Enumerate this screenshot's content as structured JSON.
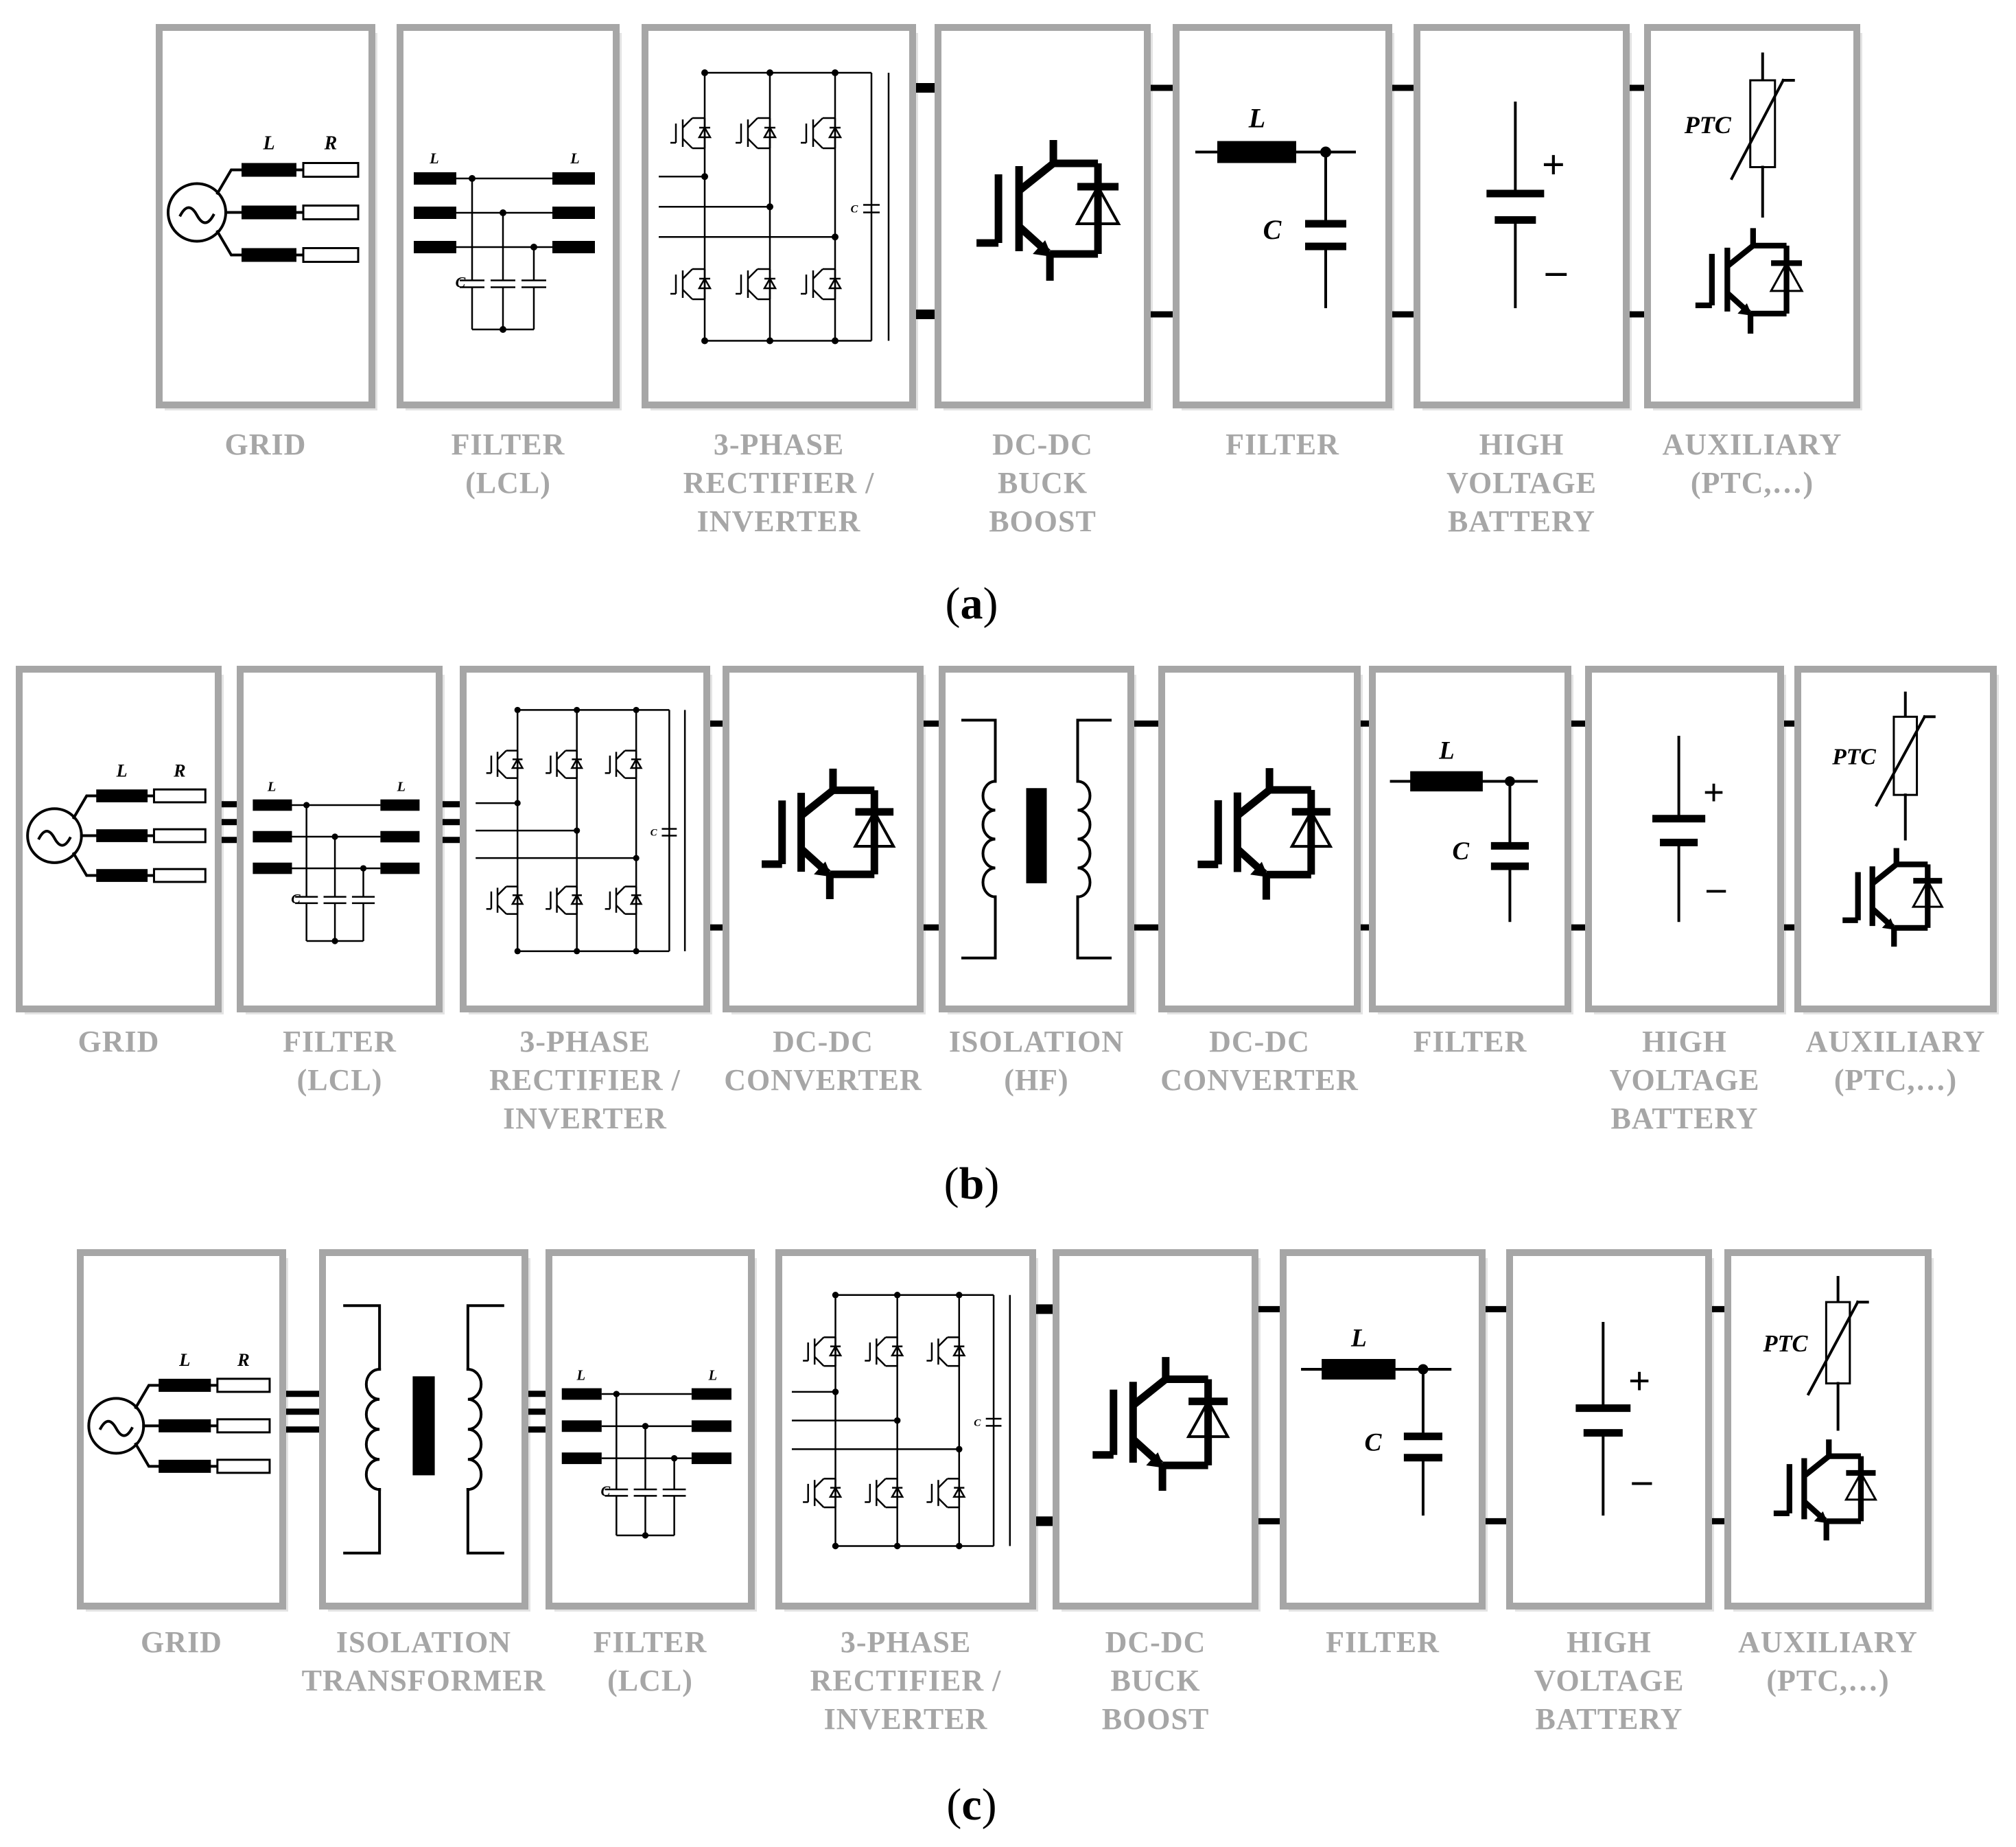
{
  "panels": [
    {
      "id": "a",
      "caption": "a",
      "blocks": [
        {
          "type": "grid",
          "label": [
            "GRID"
          ]
        },
        {
          "type": "lcl",
          "label": [
            "FILTER",
            "(LCL)"
          ]
        },
        {
          "type": "bridge",
          "label": [
            "3-PHASE",
            "RECTIFIER /",
            "INVERTER"
          ]
        },
        {
          "type": "igbt",
          "label": [
            "DC-DC",
            "BUCK",
            "BOOST"
          ]
        },
        {
          "type": "lc",
          "label": [
            "FILTER"
          ]
        },
        {
          "type": "battery",
          "label": [
            "HIGH",
            "VOLTAGE",
            "BATTERY"
          ]
        },
        {
          "type": "aux",
          "label": [
            "AUXILIARY",
            "(PTC,…)"
          ]
        }
      ]
    },
    {
      "id": "b",
      "caption": "b",
      "blocks": [
        {
          "type": "grid",
          "label": [
            "GRID"
          ]
        },
        {
          "type": "lcl",
          "label": [
            "FILTER",
            "(LCL)"
          ]
        },
        {
          "type": "bridge",
          "label": [
            "3-PHASE",
            "RECTIFIER /",
            "INVERTER"
          ]
        },
        {
          "type": "igbt",
          "label": [
            "DC-DC",
            "CONVERTER"
          ]
        },
        {
          "type": "transformer",
          "label": [
            "ISOLATION",
            "(HF)"
          ]
        },
        {
          "type": "igbt",
          "label": [
            "DC-DC",
            "CONVERTER"
          ]
        },
        {
          "type": "lc",
          "label": [
            "FILTER"
          ]
        },
        {
          "type": "battery",
          "label": [
            "HIGH",
            "VOLTAGE",
            "BATTERY"
          ]
        },
        {
          "type": "aux",
          "label": [
            "AUXILIARY",
            "(PTC,…)"
          ]
        }
      ]
    },
    {
      "id": "c",
      "caption": "c",
      "blocks": [
        {
          "type": "grid",
          "label": [
            "GRID"
          ]
        },
        {
          "type": "transformer",
          "label": [
            "ISOLATION",
            "TRANSFORMER"
          ]
        },
        {
          "type": "lcl",
          "label": [
            "FILTER",
            "(LCL)"
          ]
        },
        {
          "type": "bridge",
          "label": [
            "3-PHASE",
            "RECTIFIER /",
            "INVERTER"
          ]
        },
        {
          "type": "igbt",
          "label": [
            "DC-DC",
            "BUCK",
            "BOOST"
          ]
        },
        {
          "type": "lc",
          "label": [
            "FILTER"
          ]
        },
        {
          "type": "battery",
          "label": [
            "HIGH",
            "VOLTAGE",
            "BATTERY"
          ]
        },
        {
          "type": "aux",
          "label": [
            "AUXILIARY",
            "(PTC,…)"
          ]
        }
      ]
    }
  ],
  "component_labels": {
    "inductor": "L",
    "resistor": "R",
    "capacitor": "C",
    "ptc": "PTC",
    "plus": "+",
    "minus": "–"
  },
  "colors": {
    "block_border": "#a6a6a6",
    "label": "#a6a6a6",
    "symbol": "#000000",
    "caption": "#000000"
  }
}
